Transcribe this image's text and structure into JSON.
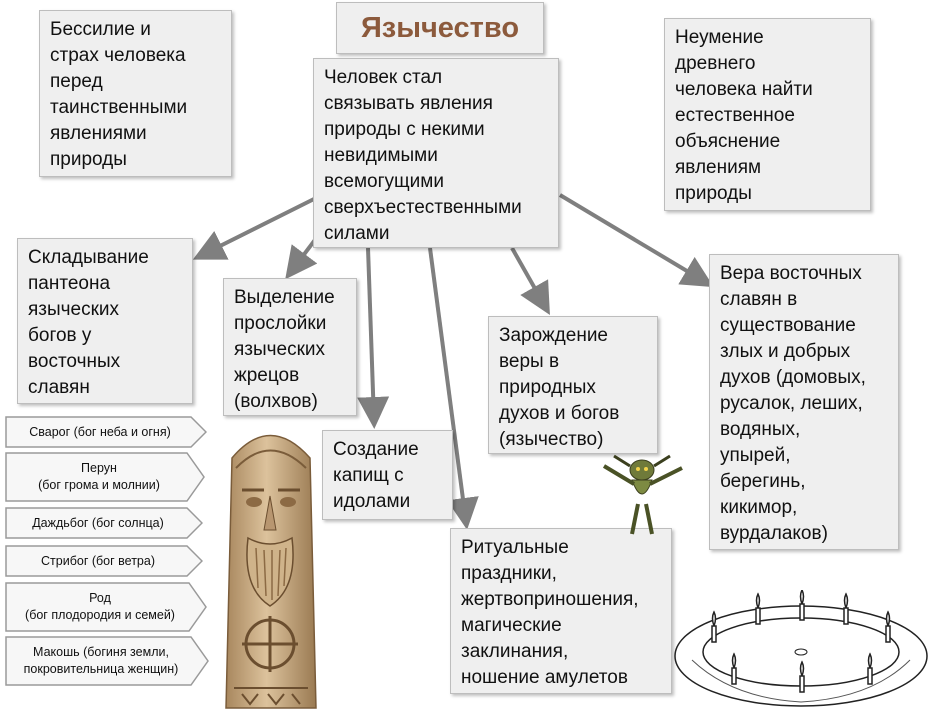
{
  "title": "Язычество",
  "boxes": {
    "powerlessness": "Бессилие и\nстрах человека\nперед\nтаинственными\nявлениями\nприроды",
    "center": "Человек стал\nсвязывать явления\nприроды с некими\nневидимыми\nвсемогущими\nсверхъестественными\nсилами",
    "inability": "Неумение\nдревнего\nчеловека найти\nестественное\nобъяснение\nявлениям\nприроды",
    "pantheon": "Складывание\nпантеона\nязыческих\nбогов у\nвосточных\nславян",
    "priests": "Выделение\nпрослойки\nязыческих\nжрецов\n(волхвов)",
    "temples": "Создание\nкапищ с\nидолами",
    "faith": "Зарождение\nверы в\nприродных\nдухов и богов\n(язычество)",
    "spirits": "Вера восточных\nславян в\nсуществование\nзлых и добрых\nдухов (домовых,\nрусалок, леших,\nводяных,\nупырей,\nберегинь,\nкикимор,\nвурдалаков)",
    "rituals": "Ритуальные\nпраздники,\nжертвоприношения,\nмагические\nзаклинания,\nношение амулетов"
  },
  "gods": [
    "Сварог (бог неба и огня)",
    "Перун\n(бог грома и молнии)",
    "Даждьбог (бог солнца)",
    "Стрибог (бог ветра)",
    "Род\n(бог плодородия и семей)",
    "Макошь (богиня земли,\nпокровительница женщин)"
  ],
  "colors": {
    "title": "#8c5a3c",
    "box_fill": "#efefef",
    "box_border": "#bdbdbd",
    "arrow": "#7f7f7f",
    "wood": "#c9a77c"
  },
  "images": [
    "wooden-idol",
    "goblin-figure",
    "ritual-circle-sketch"
  ]
}
